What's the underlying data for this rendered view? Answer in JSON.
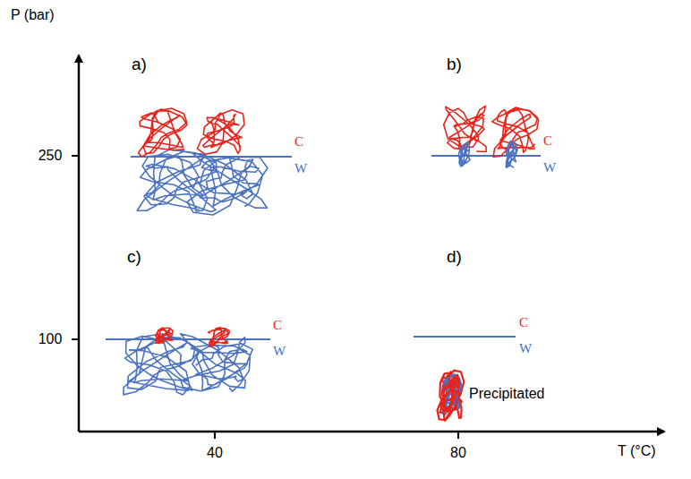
{
  "diagram": {
    "labels": [
      "P (bar)",
      "250",
      "100",
      "40",
      "80",
      "T (°C)",
      "a)",
      "b)",
      "c)",
      "d)",
      "C",
      "W",
      "C",
      "W",
      "C",
      "W",
      "C",
      "W",
      "Precipitated"
    ]
  }
}
